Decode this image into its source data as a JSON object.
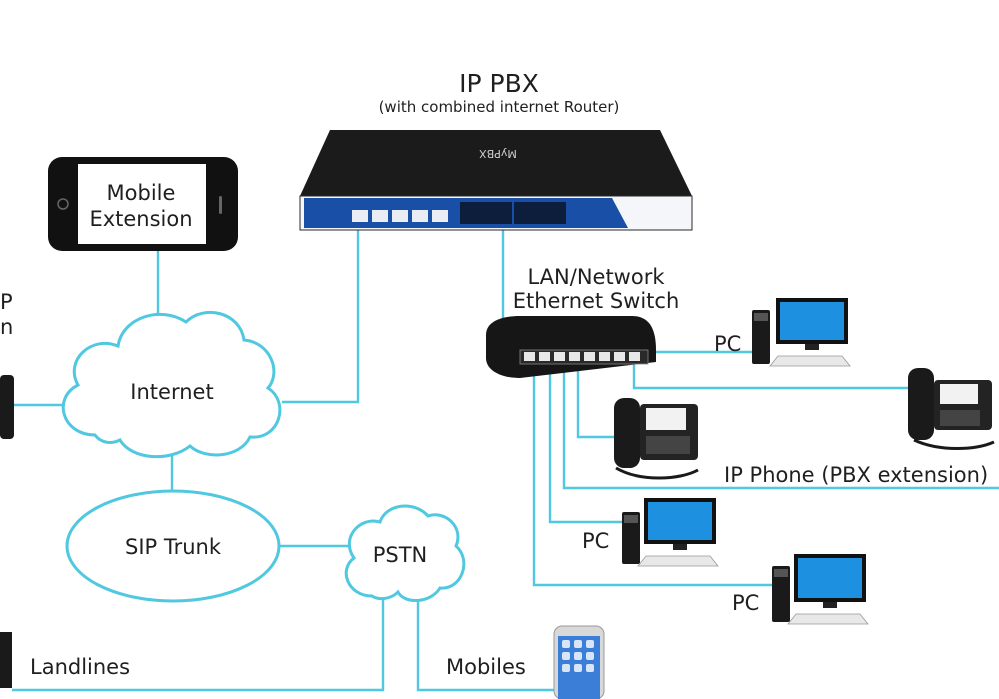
{
  "pbx": {
    "title": "IP PBX",
    "subtitle": "(with combined internet Router)",
    "brand": "MyPBX"
  },
  "switch": {
    "line1": "LAN/Network",
    "line2": "Ethernet Switch"
  },
  "mobile_extension": {
    "line1": "Mobile",
    "line2": "Extension"
  },
  "internet": "Internet",
  "sip_trunk": "SIP Trunk",
  "pstn": "PSTN",
  "landlines": "Landlines",
  "mobiles": "Mobiles",
  "pc_label": "PC",
  "ip_phone_label": "IP Phone (PBX extension)",
  "left_partial": {
    "line1": "P",
    "line2": "n"
  },
  "colors": {
    "link": "#4fc8e0",
    "screen": "#1e90e0",
    "device": "#1a1a1a"
  }
}
